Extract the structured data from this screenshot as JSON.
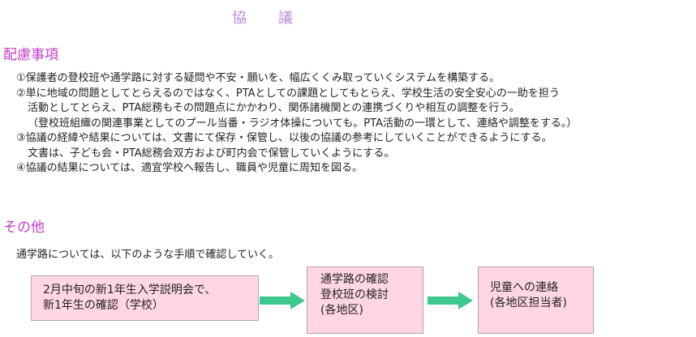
{
  "title": "協　　議",
  "section1": {
    "heading": "配慮事項",
    "lines": [
      "①保護者の登校班や通学路に対する疑問や不安・願いを、幅広くくみ取っていくシステムを構築する。",
      "②単に地域の問題としてとらえるのではなく、PTAとしての課題としてもとらえ、学校生活の安全安心の一助を担う",
      "活動としてとらえ、PTA総務もその問題点にかかわり、関係諸機関との連携づくりや相互の調整を行う。",
      "（登校班組織の関連事業としてのプール当番・ラジオ体操についても。PTA活動の一環として、連絡や調整をする。）",
      "③協議の経緯や結果については、文書にて保存・保管し、以後の協議の参考にしていくことができるようにする。",
      "文書は、子ども会・PTA総務会双方および町内会で保管していくようにする。",
      "④協議の結果については、適宜学校へ報告し、職員や児童に周知を図る。"
    ]
  },
  "section2": {
    "heading": "その他",
    "intro": "通学路については、以下のような手順で確認していく。"
  },
  "flow": {
    "step1": [
      "2月中旬の新1年生入学説明会で、",
      "新1年生の確認（学校）"
    ],
    "step2": [
      "通学路の確認",
      "登校班の検討",
      "(各地区)"
    ],
    "step3": [
      "児童への連絡",
      "(各地区担当者)"
    ]
  },
  "colors": {
    "title": "#b48ad8",
    "heading": "#c83cc8",
    "box_fill": "#ffd6e3",
    "arrow": "#3cc88c"
  }
}
